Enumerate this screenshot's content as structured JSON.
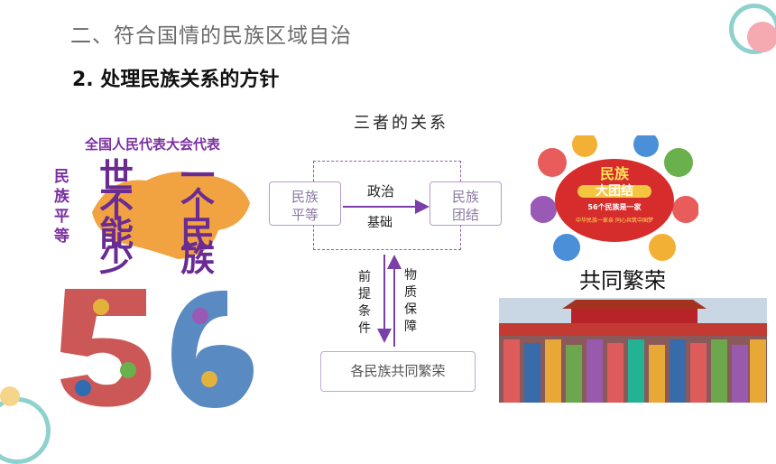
{
  "header": {
    "section_title": "二、符合国情的民族区域自治",
    "sub_title": "2. 处理民族关系的方针"
  },
  "diagram": {
    "title": "三者的关系",
    "node_equality": [
      "民族",
      "平等"
    ],
    "node_unity": [
      "民族",
      "团结"
    ],
    "edge_top_label": "政治",
    "edge_bottom_label": "基础",
    "node_prosperity": "各民族共同繁荣",
    "down_label": "前提条件",
    "up_label": "物质保障"
  },
  "poster_left": {
    "headline": "全国人民代表大会代表",
    "side_text": "民族平等",
    "big_chars": [
      "世",
      "不",
      "能",
      "少",
      "一",
      "个",
      "民",
      "族"
    ]
  },
  "poster_right": {
    "line1": "民族",
    "line2": "大团结",
    "badge": "56个民族是一家",
    "tagline": "中华民族一家亲 同心共筑中国梦"
  },
  "caption_right": "共同繁荣",
  "colors": {
    "accent_purple": "#7a2fa0",
    "arrow_purple": "#7b3fa8",
    "teal_ring": "#8ed1cf",
    "pink_dot": "#f2a0a8",
    "yellow_dot": "#f5d58a"
  }
}
